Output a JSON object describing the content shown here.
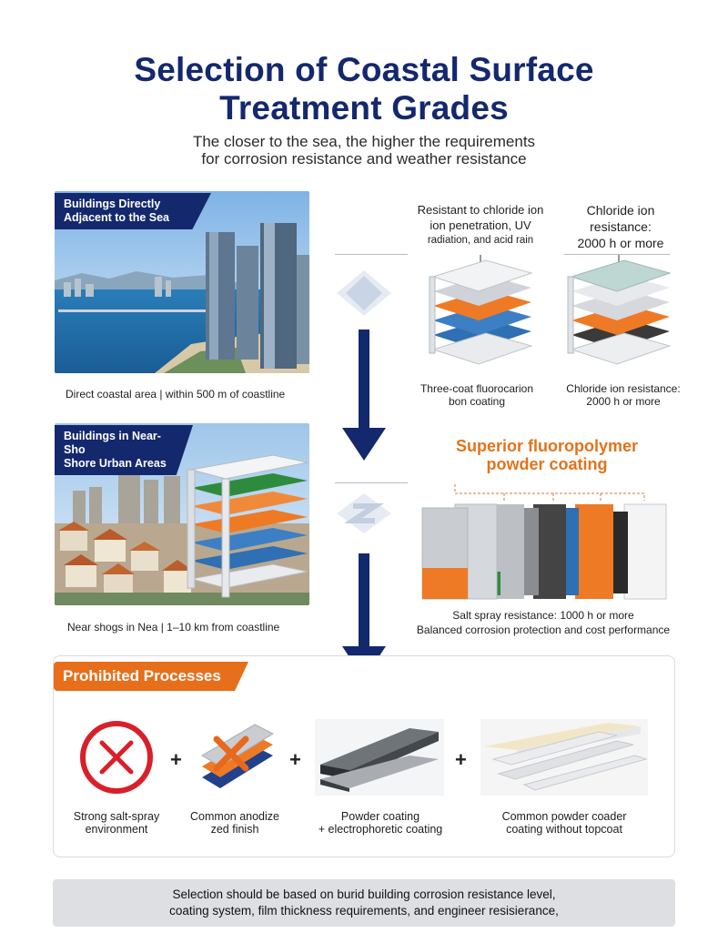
{
  "header": {
    "title_line1": "Selection of Coastal Surface",
    "title_line2": "Treatment Grades",
    "subtitle_line1": "The closer to the sea, the higher the requirements",
    "subtitle_line2": "for corrosion resistance and weather resistance"
  },
  "section1": {
    "tag_line1": "Buildings Directly",
    "tag_line2": "Adjacent to the Sea",
    "caption": "Direct coastal area | within 500 m of coastline",
    "spec_a_line1": "Resistant to chloride ion",
    "spec_a_line2": "ion penetration, UV",
    "spec_a_line3": "radiation, and acid rain",
    "spec_b_line1": "Chloride ion",
    "spec_b_line2": "resistance:",
    "spec_b_line3": "2000 h or more",
    "product_a_line1": "Three-coat fluorocarion",
    "product_a_line2": "bon coating",
    "product_b_line1": "Chloride ion resistance:",
    "product_b_line2": "2000 h or more"
  },
  "section2": {
    "tag_line1": "Buildings in Near-Sho",
    "tag_line2": "Shore Urban Areas",
    "caption": "Near shogs in Nea | 1–10 km from coastline",
    "coating_title_line1": "Superior fluoropolymer",
    "coating_title_line2": "powder coating",
    "spec_line1": "Salt spray resistance: 1000 h or more",
    "spec_line2": "Balanced corrosion protection and cost performance"
  },
  "prohibited": {
    "title": "Prohibited Processes",
    "plus": "+",
    "items": [
      {
        "line1": "Strong salt-spray",
        "line2": "environment"
      },
      {
        "line1": "Common anodize",
        "line2": "zed finish"
      },
      {
        "line1": "Powder coating",
        "line2": "+ electrophoretic coating"
      },
      {
        "line1": "Common powder coader",
        "line2": "coating without topcoat"
      }
    ]
  },
  "footer": {
    "line1": "Selection should be based on burid building corrosion resistance level,",
    "line2": "coating system, film thickness requirements, and engineer resisierance,"
  },
  "colors": {
    "navy": "#14286e",
    "orange": "#e76f1b",
    "prohibit_red": "#d8202a"
  }
}
